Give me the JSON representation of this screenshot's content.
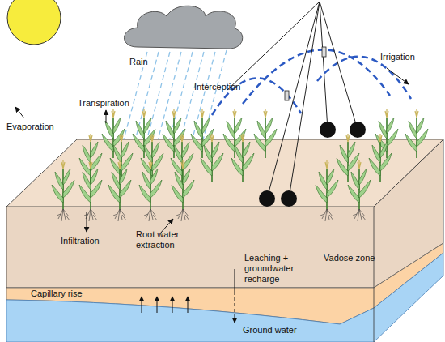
{
  "diagram": {
    "nodes": [
      {
        "text": [
          "Vadose zone"
        ]
      },
      {
        "text": [
          "Capillary rise"
        ]
      },
      {
        "text": [
          "Ground water"
        ]
      }
    ],
    "labels": [
      "Rain",
      "Evaporation",
      "Transpiration",
      "Interception",
      "Irrigation",
      "Infiltration",
      "Root water extraction",
      "Leaching + groundwater recharge"
    ]
  }
}
